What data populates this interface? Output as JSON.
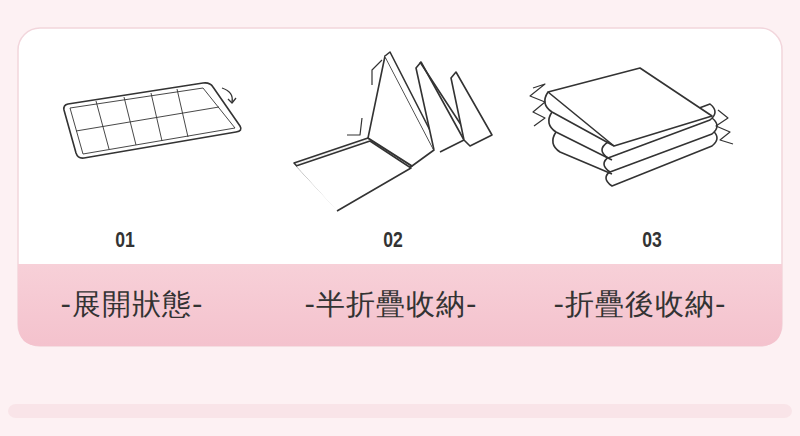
{
  "diagram": {
    "labels": [
      "01",
      "02",
      "03",
      "-展開狀態-",
      "-半折疊收納-",
      "-折疊後收納-"
    ]
  }
}
